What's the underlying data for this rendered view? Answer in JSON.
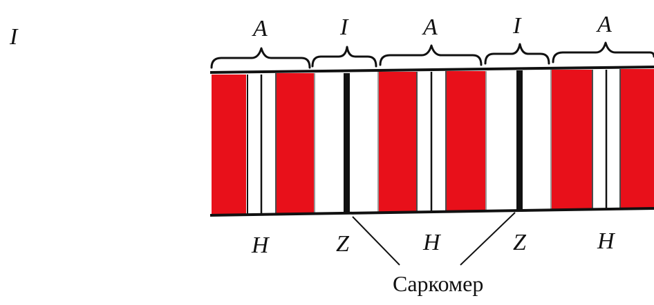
{
  "figure_label": "I",
  "top_labels": [
    "A",
    "I",
    "A",
    "I",
    "A"
  ],
  "bottom_labels": [
    "H",
    "Z",
    "H",
    "Z",
    "H"
  ],
  "caption": "Саркомер",
  "colors": {
    "a_band": "#e8101a",
    "outline": "#111111",
    "background": "#ffffff"
  }
}
